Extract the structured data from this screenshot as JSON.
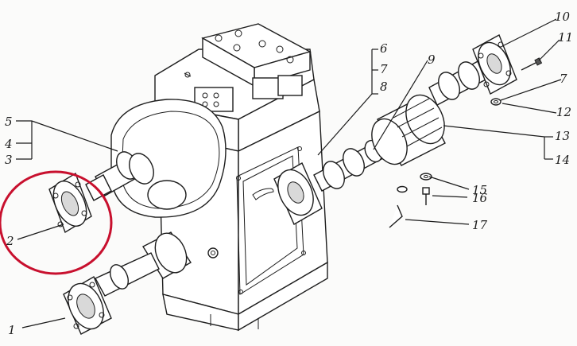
{
  "labels": {
    "l1": "1",
    "l2": "2",
    "l3": "3",
    "l4": "4",
    "l5": "5",
    "l6": "6",
    "l7a": "7",
    "l8": "8",
    "l9": "9",
    "l10": "10",
    "l11": "11",
    "l7b": "7",
    "l12": "12",
    "l13": "13",
    "l14": "14",
    "l15": "15",
    "l16": "16",
    "l17": "17"
  },
  "highlight": {
    "color": "#c8102e",
    "part": "2"
  }
}
